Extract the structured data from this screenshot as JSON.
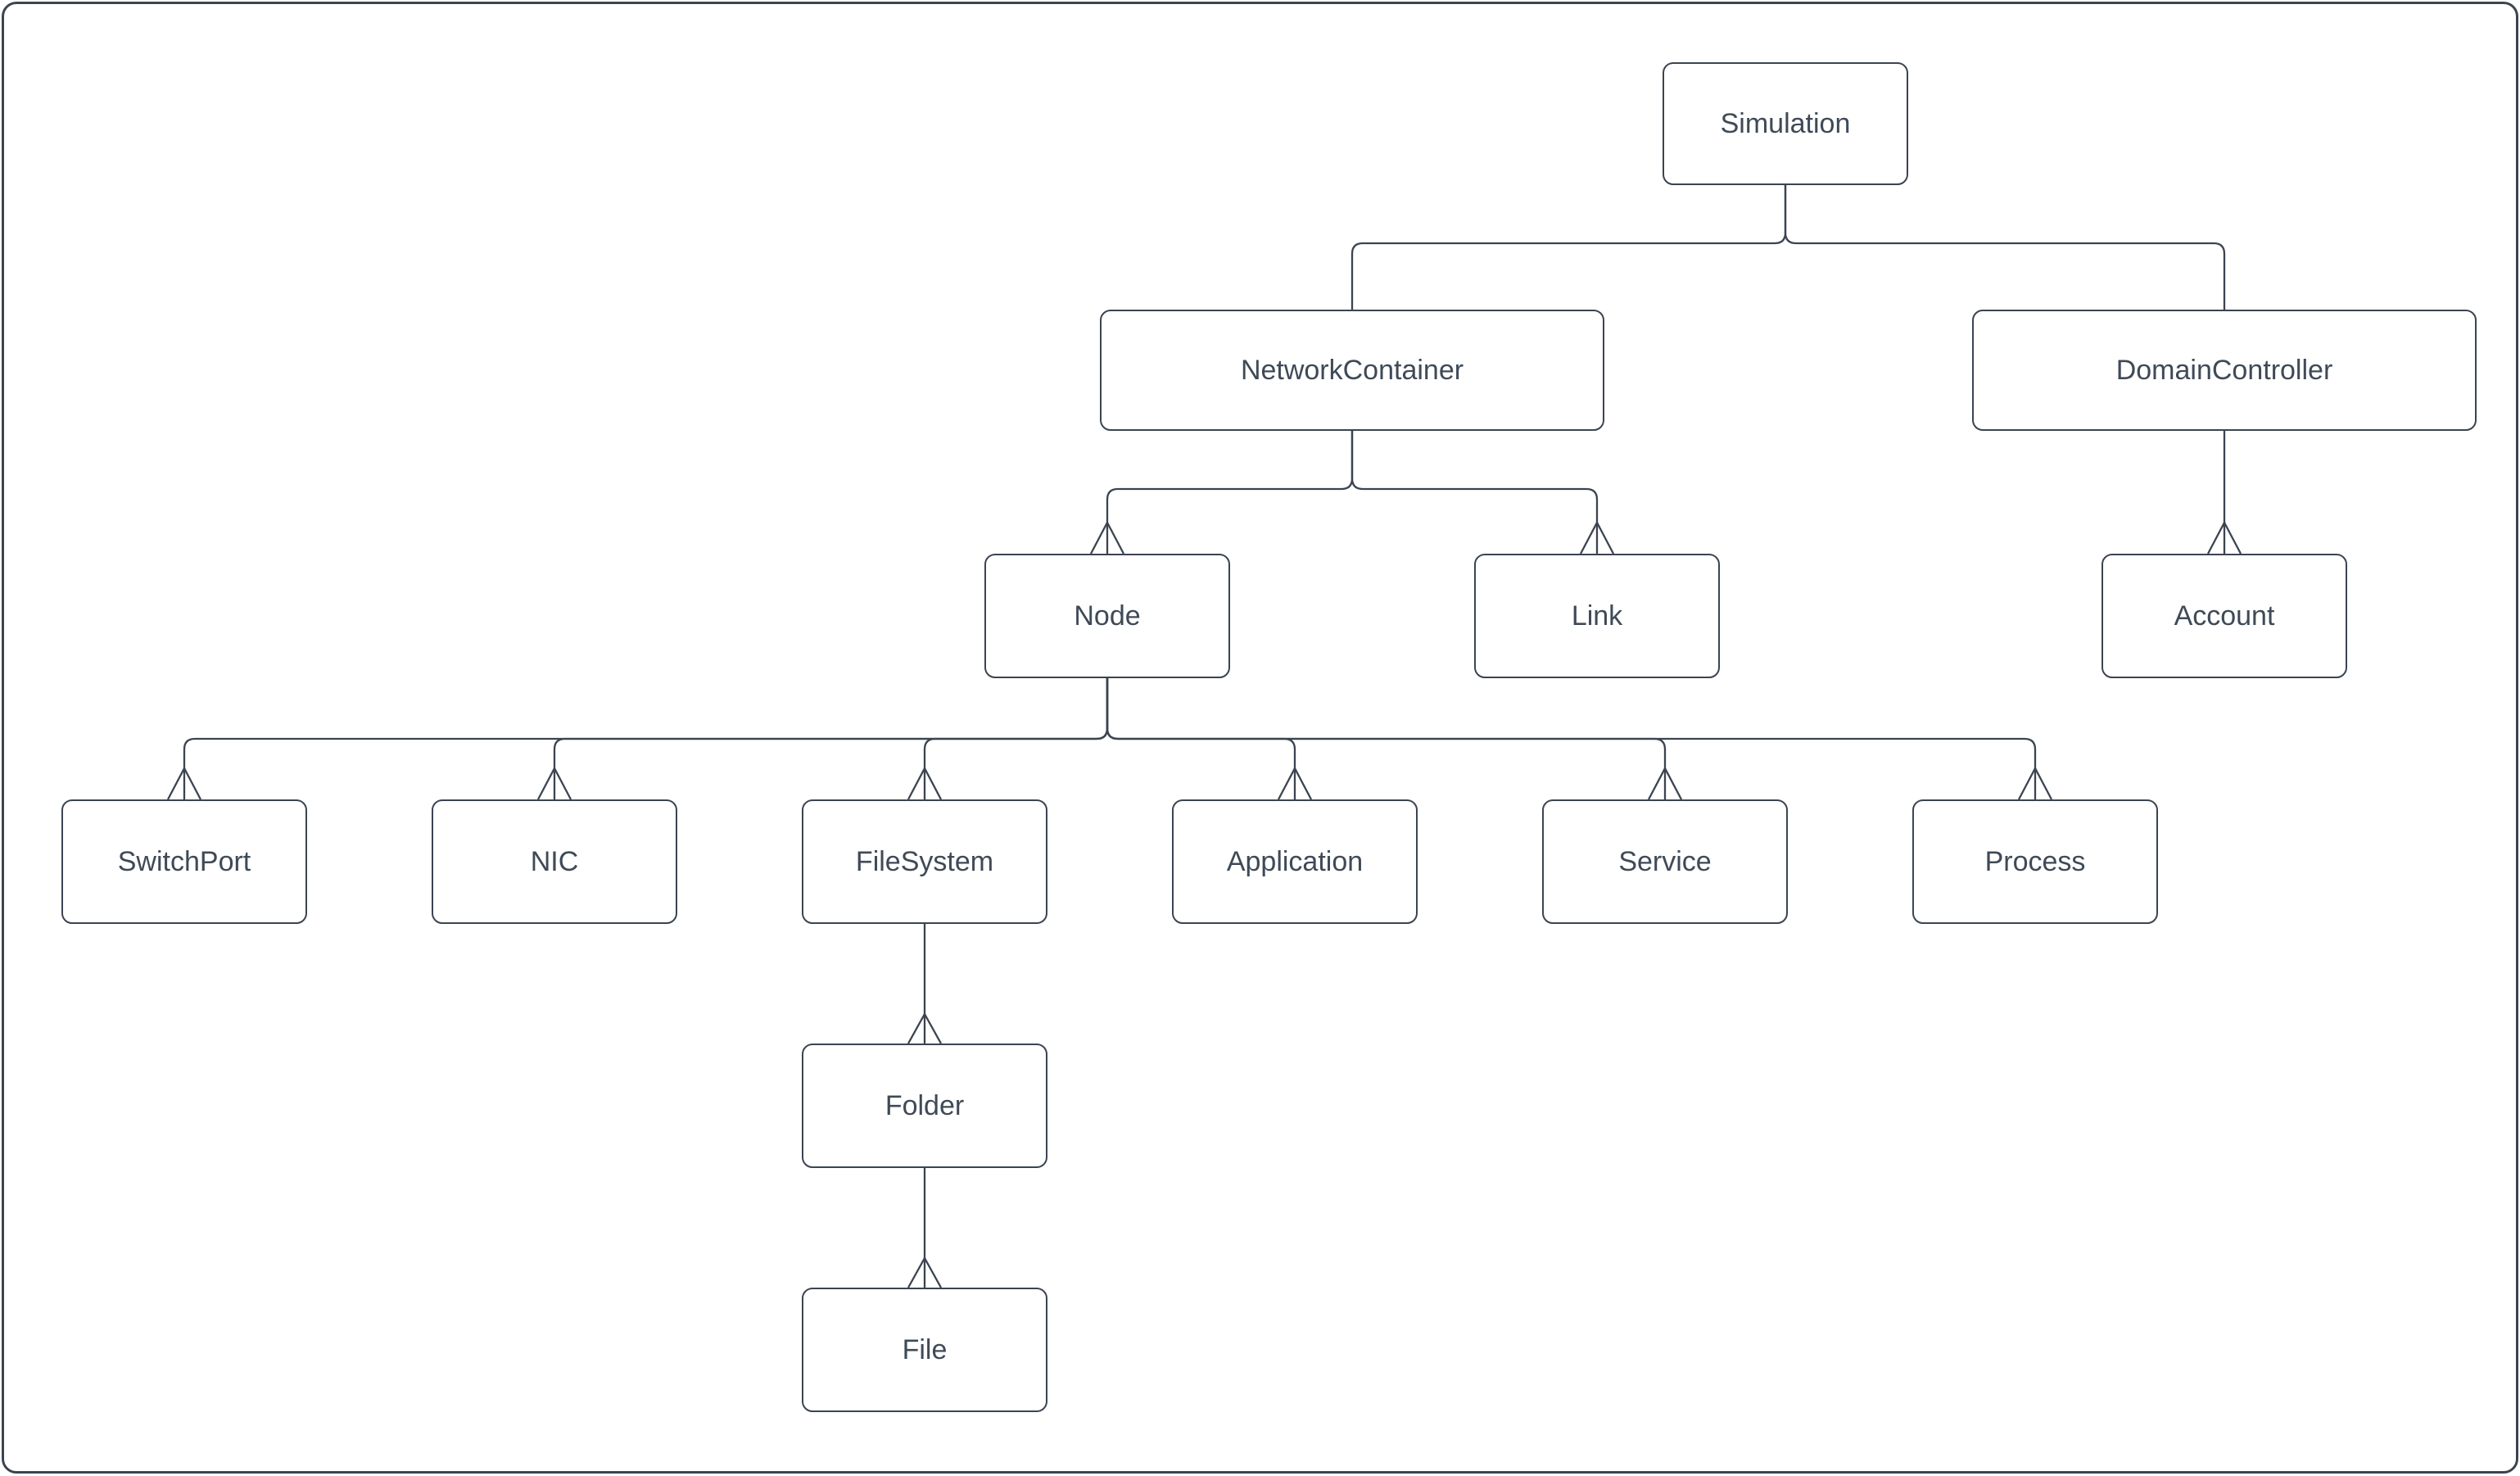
{
  "canvas": {
    "background": "#ffffff",
    "border_color": "#3b4450"
  },
  "colors": {
    "node_border": "#3b4450",
    "edge_line": "#3b4450",
    "node_text": "#3f4a57",
    "node_fill": "#ffffff"
  },
  "diagram_type": "hierarchy-tree",
  "nodes": {
    "simulation": {
      "label": "Simulation"
    },
    "networkContainer": {
      "label": "NetworkContainer"
    },
    "domainController": {
      "label": "DomainController"
    },
    "node": {
      "label": "Node"
    },
    "link": {
      "label": "Link"
    },
    "account": {
      "label": "Account"
    },
    "switchPort": {
      "label": "SwitchPort"
    },
    "nic": {
      "label": "NIC"
    },
    "fileSystem": {
      "label": "FileSystem"
    },
    "application": {
      "label": "Application"
    },
    "service": {
      "label": "Service"
    },
    "process": {
      "label": "Process"
    },
    "folder": {
      "label": "Folder"
    },
    "file": {
      "label": "File"
    }
  },
  "edges": [
    {
      "from": "Simulation",
      "to": "NetworkContainer",
      "arrowhead": "none"
    },
    {
      "from": "Simulation",
      "to": "DomainController",
      "arrowhead": "none"
    },
    {
      "from": "NetworkContainer",
      "to": "Node",
      "arrowhead": "open-v-up-at-child"
    },
    {
      "from": "NetworkContainer",
      "to": "Link",
      "arrowhead": "open-v-up-at-child"
    },
    {
      "from": "DomainController",
      "to": "Account",
      "arrowhead": "open-v-up-at-child"
    },
    {
      "from": "Node",
      "to": "SwitchPort",
      "arrowhead": "open-v-up-at-child"
    },
    {
      "from": "Node",
      "to": "NIC",
      "arrowhead": "open-v-up-at-child"
    },
    {
      "from": "Node",
      "to": "FileSystem",
      "arrowhead": "open-v-up-at-child"
    },
    {
      "from": "Node",
      "to": "Application",
      "arrowhead": "open-v-up-at-child"
    },
    {
      "from": "Node",
      "to": "Service",
      "arrowhead": "open-v-up-at-child"
    },
    {
      "from": "Node",
      "to": "Process",
      "arrowhead": "open-v-up-at-child"
    },
    {
      "from": "FileSystem",
      "to": "Folder",
      "arrowhead": "open-v-up-at-child"
    },
    {
      "from": "Folder",
      "to": "File",
      "arrowhead": "open-v-up-at-child"
    }
  ]
}
